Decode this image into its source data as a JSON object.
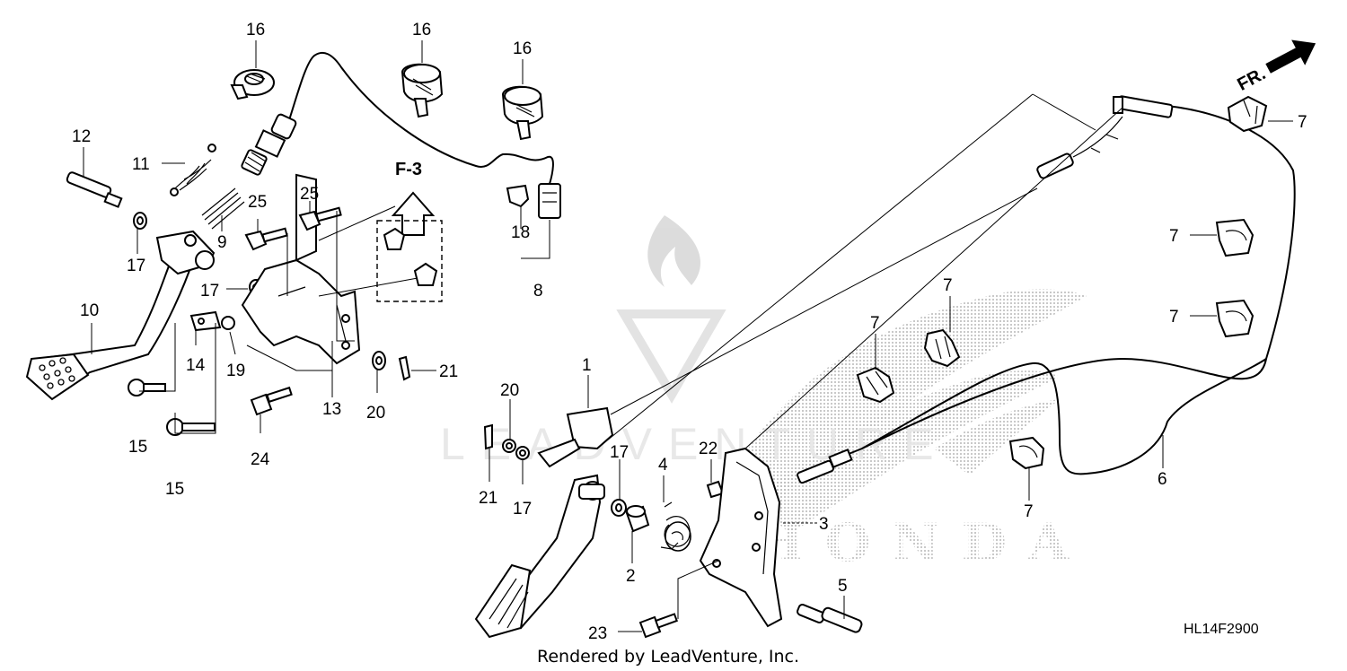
{
  "diagram_code": "HL14F2900",
  "footer_credit": "Rendered by LeadVenture, Inc.",
  "front_indicator": "FR.",
  "detail_ref": "F-3",
  "watermark_brand": "HONDA",
  "watermark_company": "LEADVENTURE",
  "callouts": {
    "c1": "1",
    "c2": "2",
    "c3": "3",
    "c4": "4",
    "c5": "5",
    "c6": "6",
    "c7": "7",
    "c8": "8",
    "c9": "9",
    "c10": "10",
    "c11": "11",
    "c12": "12",
    "c13": "13",
    "c14": "14",
    "c15": "15",
    "c16": "16",
    "c17": "17",
    "c18": "18",
    "c19": "19",
    "c20": "20",
    "c21": "21",
    "c22": "22",
    "c23": "23",
    "c24": "24",
    "c25": "25"
  }
}
